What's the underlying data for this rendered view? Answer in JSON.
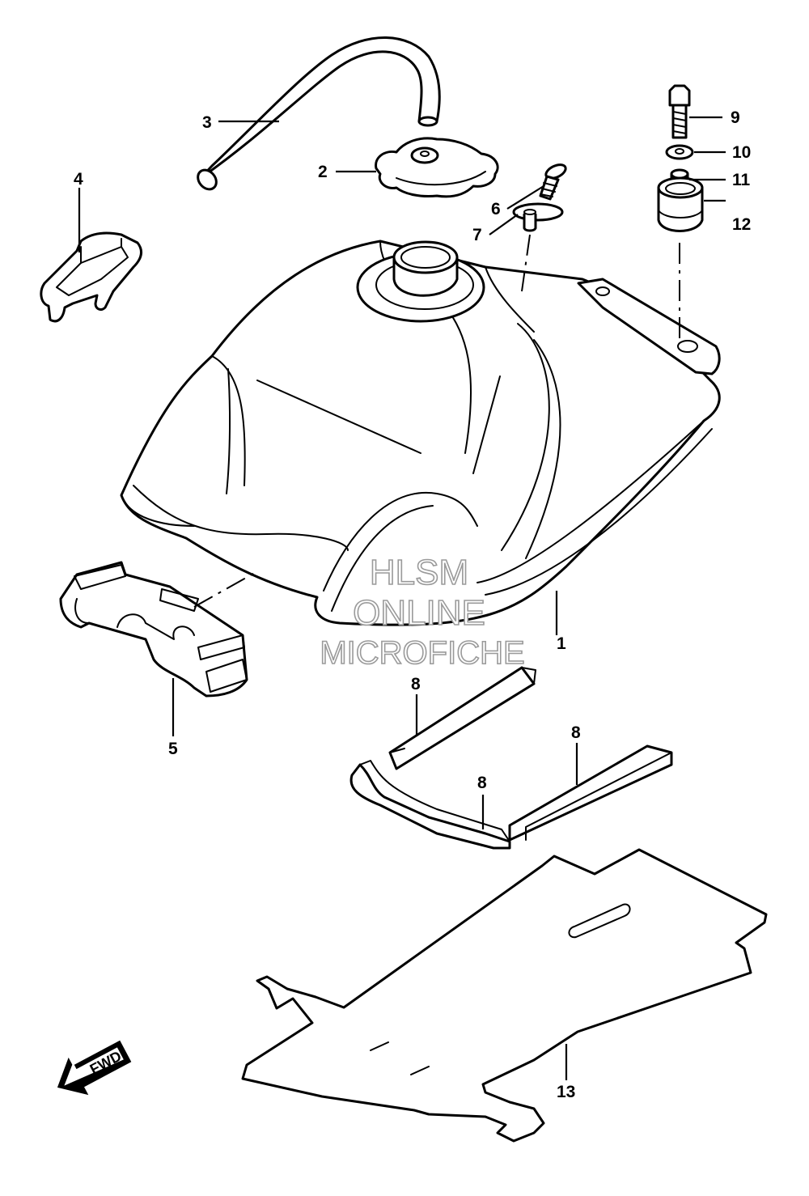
{
  "callouts": {
    "c1": "1",
    "c2": "2",
    "c3": "3",
    "c4": "4",
    "c5": "5",
    "c6": "6",
    "c7": "7",
    "c8a": "8",
    "c8b": "8",
    "c8c": "8",
    "c9": "9",
    "c10": "10",
    "c11": "11",
    "c12": "12",
    "c13": "13"
  },
  "watermark": {
    "line1": "HLSM",
    "line2": "ONLINE",
    "line3": "MICROFICHE"
  },
  "direction": {
    "label": "FWD"
  }
}
